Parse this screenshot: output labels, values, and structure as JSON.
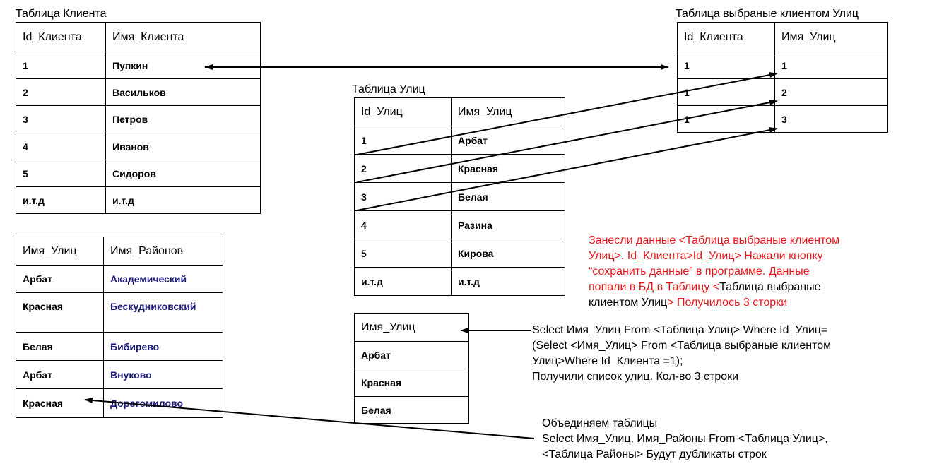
{
  "clients_table": {
    "title": "Таблица Клиента",
    "headers": [
      "Id_Клиента",
      "Имя_Клиента"
    ],
    "rows": [
      [
        "1",
        "Пупкин"
      ],
      [
        "2",
        "Васильков"
      ],
      [
        "3",
        "Петров"
      ],
      [
        "4",
        "Иванов"
      ],
      [
        "5",
        "Сидоров"
      ],
      [
        "и.т.д",
        "и.т.д"
      ]
    ]
  },
  "selected_table": {
    "title": "Таблица выбраные клиентом Улиц",
    "headers": [
      "Id_Клиента",
      "Имя_Улиц"
    ],
    "rows": [
      [
        "1",
        "1"
      ],
      [
        "1",
        "2"
      ],
      [
        "1",
        "3"
      ]
    ]
  },
  "streets_table": {
    "title": "Таблица Улиц",
    "headers": [
      "Id_Улиц",
      "Имя_Улиц"
    ],
    "rows": [
      [
        "1",
        "Арбат"
      ],
      [
        "2",
        "Красная"
      ],
      [
        "3",
        "Белая"
      ],
      [
        "4",
        "Разина"
      ],
      [
        "5",
        "Кирова"
      ],
      [
        "и.т.д",
        "и.т.д"
      ]
    ]
  },
  "districts_table": {
    "headers": [
      "Имя_Улиц",
      "Имя_Районов"
    ],
    "rows": [
      [
        "Арбат",
        "Академический"
      ],
      [
        "Красная",
        "Бескудниковский"
      ],
      [
        "Белая",
        "Бибирево"
      ],
      [
        "Арбат",
        "Внуково"
      ],
      [
        "Красная",
        "Дорогомилово"
      ]
    ]
  },
  "result_table": {
    "headers": [
      "Имя_Улиц"
    ],
    "rows": [
      [
        "Арбат"
      ],
      [
        "Красная"
      ],
      [
        "Белая"
      ]
    ]
  },
  "notes": {
    "saved": {
      "line1": "Занесли данные  <Таблица выбраные клиентом",
      "line2": "Улиц>. Id_Клиента>Id_Улиц> Нажали кнопку",
      "line3": "“сохранить данные” в программе. Данные",
      "line4_red": "попали в БД в Таблицу <",
      "line4_black": "Таблица выбраные",
      "line5_black": "клиентом Улиц",
      "line5_red": "> Получилось 3 сторки"
    },
    "query": {
      "line1": "Select Имя_Улиц From <Таблица Улиц> Where Id_Улиц=",
      "line2": "(Select  <Имя_Улиц> From <Таблица выбраные клиентом",
      "line3": "Улиц>Where Id_Клиента =1);",
      "line4": "Получили список улиц. Кол-во 3 строки"
    },
    "join": {
      "line1": "Объединяем таблицы",
      "line2": "Select Имя_Улиц, Имя_Районы From <Таблица Улиц>,",
      "line3": "<Таблица Районы>  Будут дубликаты строк"
    }
  },
  "colors": {
    "red": "#e8161b",
    "blue": "#1a1a7a"
  }
}
